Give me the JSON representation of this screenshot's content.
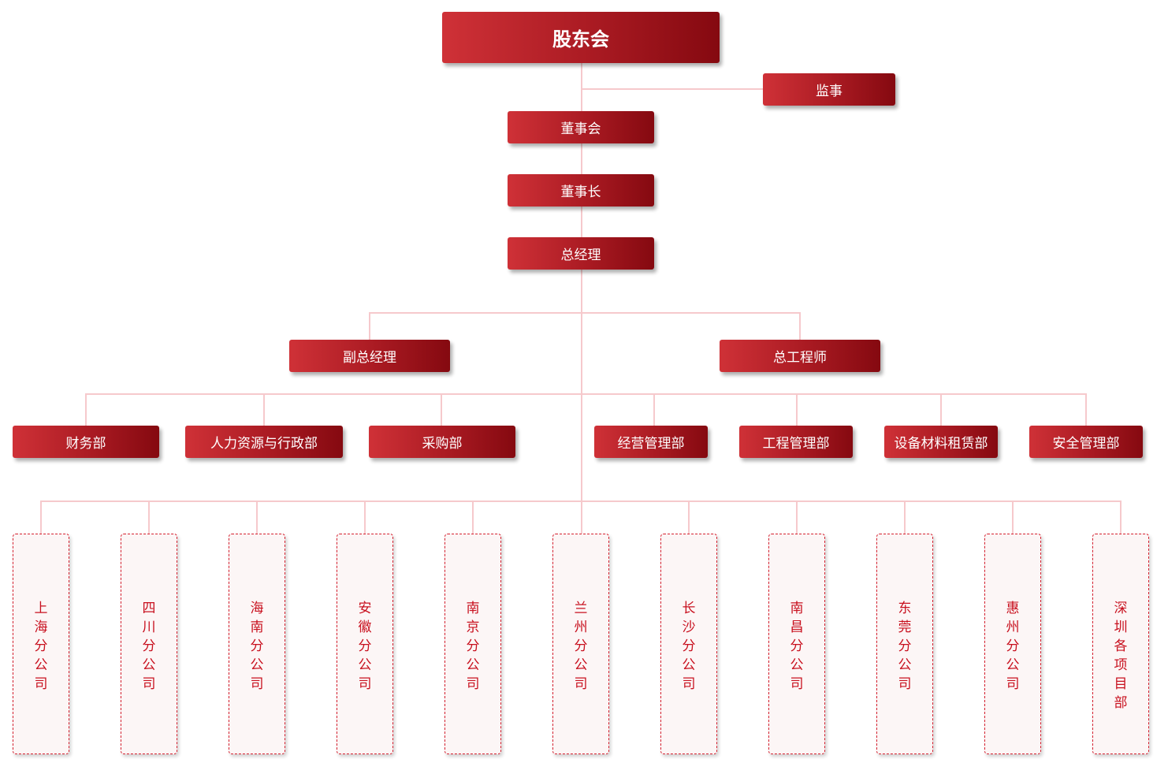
{
  "colors": {
    "box_gradient_start": "#cf3137",
    "box_gradient_end": "#850910",
    "connector": "#f6c9cc",
    "branch_border": "#d51f2e",
    "branch_text": "#c8101e"
  },
  "top": {
    "shareholders": "股东会",
    "supervisor": "监事",
    "board": "董事会",
    "chairman": "董事长",
    "general_manager": "总经理"
  },
  "deputies": {
    "deputy_general_manager": "副总经理",
    "chief_engineer": "总工程师"
  },
  "departments": [
    "财务部",
    "人力资源与行政部",
    "采购部",
    "经营管理部",
    "工程管理部",
    "设备材料租赁部",
    "安全管理部"
  ],
  "branches": [
    "上海分公司",
    "四川分公司",
    "海南分公司",
    "安徽分公司",
    "南京分公司",
    "兰州分公司",
    "长沙分公司",
    "南昌分公司",
    "东莞分公司",
    "惠州分公司",
    "深圳各项目部"
  ]
}
